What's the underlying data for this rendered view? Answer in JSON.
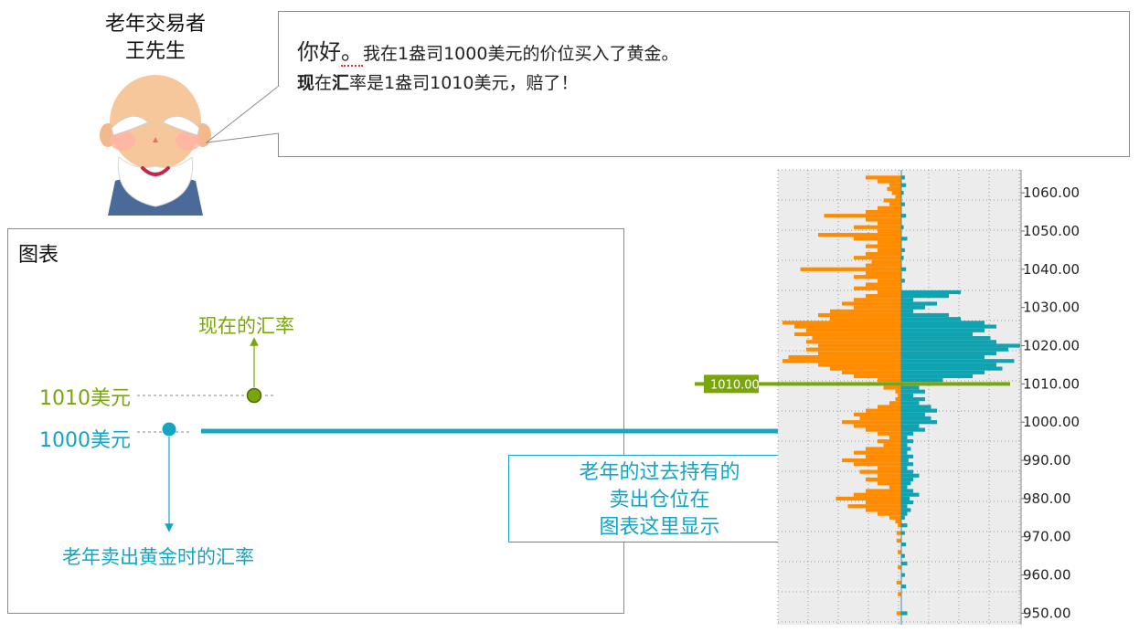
{
  "speaker": {
    "line1": "老年交易者",
    "line2": "王先生"
  },
  "bubble": {
    "greeting": "你好",
    "greeting_mark": "。",
    "line1_rest": "我在1盎司1000美元的价位买入了黄金。",
    "line2_bold": "现",
    "line2_a": "在",
    "line2_bold2": "汇",
    "line2_rest": "率是1盎司1010美元，赔了！"
  },
  "chart_panel": {
    "title": "图表",
    "current_rate_label": "现在的汇率",
    "price_current_label": "1010美元",
    "price_entry_label": "1000美元",
    "sell_rate_label": "老年卖出黄金时的汇率"
  },
  "info_box": {
    "line1": "老年的过去持有的",
    "line2": "卖出仓位在",
    "line3": "图表这里显示"
  },
  "colors": {
    "green": "#7aa60c",
    "teal": "#12a5c4",
    "orange": "#ff8c00",
    "blue_bar": "#0fa3b1",
    "grid_bg": "#ececec"
  },
  "chart_data": {
    "type": "bar",
    "orientation": "horizontal-bidirectional",
    "y_axis": {
      "min": 947,
      "max": 1066,
      "ticks": [
        "1060.00",
        "1050.00",
        "1040.00",
        "1030.00",
        "1020.00",
        "1010.00",
        "1000.00",
        "990.00",
        "980.00",
        "970.00",
        "960.00",
        "950.00"
      ]
    },
    "current_price": 1010,
    "current_price_tag": "1010.00",
    "series": [
      {
        "color": "orange",
        "side": "left",
        "levels": [
          [
            1064,
            3
          ],
          [
            1063,
            2
          ],
          [
            1062,
            1
          ],
          [
            1061,
            1.2
          ],
          [
            1060,
            0.8
          ],
          [
            1059,
            0.5
          ],
          [
            1058,
            1.5
          ],
          [
            1057,
            1
          ],
          [
            1056,
            2
          ],
          [
            1055,
            3
          ],
          [
            1054,
            6.5
          ],
          [
            1053,
            3
          ],
          [
            1052,
            2
          ],
          [
            1051,
            4
          ],
          [
            1050,
            2
          ],
          [
            1049,
            7
          ],
          [
            1048,
            4
          ],
          [
            1047,
            2
          ],
          [
            1046,
            3
          ],
          [
            1045,
            2
          ],
          [
            1044,
            3
          ],
          [
            1043,
            4
          ],
          [
            1042,
            2.5
          ],
          [
            1041,
            3
          ],
          [
            1040,
            8.5
          ],
          [
            1039,
            3
          ],
          [
            1038,
            4
          ],
          [
            1037,
            2
          ],
          [
            1036,
            3
          ],
          [
            1035,
            4
          ],
          [
            1034,
            2
          ],
          [
            1033,
            3
          ],
          [
            1032,
            4
          ],
          [
            1031,
            5
          ],
          [
            1030,
            4
          ],
          [
            1029,
            6
          ],
          [
            1028,
            7
          ],
          [
            1027,
            6
          ],
          [
            1026,
            10
          ],
          [
            1025,
            9
          ],
          [
            1024,
            8
          ],
          [
            1023,
            9
          ],
          [
            1022,
            7.5
          ],
          [
            1021,
            8
          ],
          [
            1020,
            7
          ],
          [
            1019,
            8
          ],
          [
            1018,
            7
          ],
          [
            1017,
            9.5
          ],
          [
            1016,
            10
          ],
          [
            1015,
            7
          ],
          [
            1014,
            6
          ],
          [
            1013,
            5
          ],
          [
            1012,
            4
          ],
          [
            1011,
            2
          ],
          [
            1009,
            1.5
          ],
          [
            1008,
            0.5
          ],
          [
            1007,
            0.3
          ],
          [
            1006,
            0.5
          ],
          [
            1005,
            1
          ],
          [
            1004,
            2
          ],
          [
            1003,
            3
          ],
          [
            1002,
            4
          ],
          [
            1001,
            3.5
          ],
          [
            1000,
            5
          ],
          [
            999,
            4
          ],
          [
            998,
            3
          ],
          [
            997,
            2
          ],
          [
            996,
            1
          ],
          [
            995,
            2
          ],
          [
            994,
            1.5
          ],
          [
            993,
            3
          ],
          [
            992,
            4
          ],
          [
            991,
            3
          ],
          [
            990,
            5
          ],
          [
            989,
            4
          ],
          [
            988,
            2
          ],
          [
            987,
            3.5
          ],
          [
            986,
            2
          ],
          [
            985,
            3
          ],
          [
            984,
            2
          ],
          [
            983,
            1
          ],
          [
            982,
            3
          ],
          [
            981,
            4
          ],
          [
            980,
            5.5
          ],
          [
            979,
            3
          ],
          [
            978,
            4.5
          ],
          [
            977,
            3
          ],
          [
            976,
            2
          ],
          [
            975,
            1
          ],
          [
            974,
            0.5
          ],
          [
            973,
            0.3
          ],
          [
            971,
            0.4
          ],
          [
            969,
            0.4
          ],
          [
            966,
            0.3
          ],
          [
            962,
            0.3
          ],
          [
            958,
            0.4
          ],
          [
            955,
            0.3
          ],
          [
            950,
            0.4
          ]
        ]
      },
      {
        "color": "blue",
        "side": "right",
        "levels": [
          [
            1064,
            0.3
          ],
          [
            1062,
            0.4
          ],
          [
            1060,
            0.2
          ],
          [
            1057,
            0.3
          ],
          [
            1054,
            0.4
          ],
          [
            1051,
            0.2
          ],
          [
            1048,
            0.5
          ],
          [
            1045,
            0.3
          ],
          [
            1043,
            0.2
          ],
          [
            1040,
            0.4
          ],
          [
            1037,
            0.3
          ],
          [
            1034,
            5
          ],
          [
            1033,
            4
          ],
          [
            1032,
            1
          ],
          [
            1031,
            3
          ],
          [
            1030,
            2
          ],
          [
            1029,
            1
          ],
          [
            1028,
            4
          ],
          [
            1027,
            5
          ],
          [
            1026,
            7
          ],
          [
            1025,
            8
          ],
          [
            1024,
            7
          ],
          [
            1023,
            6
          ],
          [
            1022,
            7.5
          ],
          [
            1021,
            8
          ],
          [
            1020,
            10
          ],
          [
            1019,
            9
          ],
          [
            1018,
            8
          ],
          [
            1017,
            7
          ],
          [
            1016,
            9.5
          ],
          [
            1015,
            8
          ],
          [
            1014,
            8.5
          ],
          [
            1013,
            7
          ],
          [
            1012,
            6
          ],
          [
            1011,
            3.5
          ],
          [
            1009,
            1.5
          ],
          [
            1008,
            2
          ],
          [
            1007,
            1
          ],
          [
            1006,
            2
          ],
          [
            1005,
            1.5
          ],
          [
            1004,
            2.5
          ],
          [
            1003,
            3
          ],
          [
            1002,
            2
          ],
          [
            1001,
            2.5
          ],
          [
            1000,
            3
          ],
          [
            999,
            1.5
          ],
          [
            998,
            2
          ],
          [
            997,
            1
          ],
          [
            996,
            0.5
          ],
          [
            995,
            1
          ],
          [
            994,
            0.5
          ],
          [
            993,
            0.8
          ],
          [
            992,
            0.5
          ],
          [
            991,
            1
          ],
          [
            990,
            0.6
          ],
          [
            989,
            1
          ],
          [
            988,
            0.5
          ],
          [
            987,
            1
          ],
          [
            986,
            1.5
          ],
          [
            985,
            1
          ],
          [
            984,
            0.8
          ],
          [
            983,
            0.5
          ],
          [
            982,
            1
          ],
          [
            981,
            1.5
          ],
          [
            980,
            0.7
          ],
          [
            979,
            1
          ],
          [
            978,
            0.5
          ],
          [
            977,
            0.8
          ],
          [
            976,
            0.5
          ],
          [
            975,
            0.3
          ],
          [
            973,
            0.5
          ],
          [
            971,
            0.3
          ],
          [
            968,
            0.4
          ],
          [
            965,
            0.3
          ],
          [
            963,
            0.5
          ],
          [
            960,
            0.3
          ],
          [
            957,
            0.4
          ],
          [
            950,
            0.5
          ]
        ]
      }
    ]
  }
}
